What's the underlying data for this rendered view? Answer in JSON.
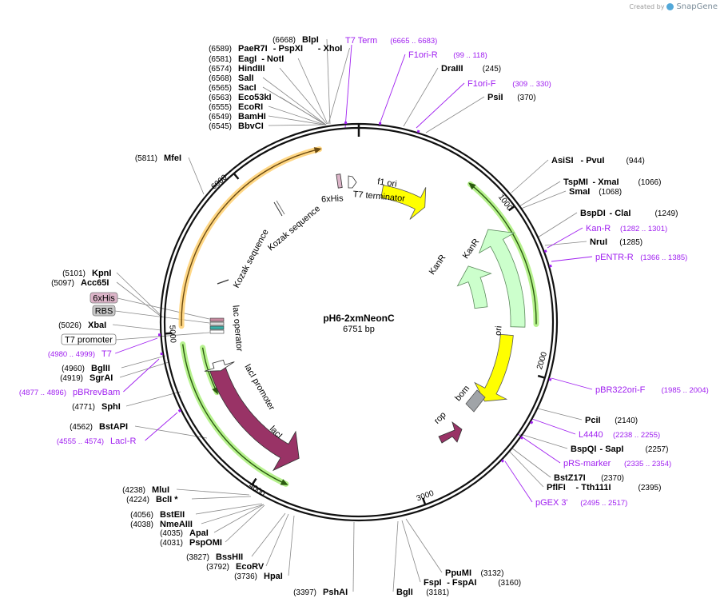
{
  "credit": {
    "prefix": "Created by",
    "brand": "SnapGene"
  },
  "plasmid": {
    "name": "pH6-2xmNeonC",
    "length": "6751 bp",
    "bp": 6751
  },
  "ticks": [
    "1000",
    "2000",
    "3000",
    "4000",
    "5000",
    "6000"
  ],
  "sites": [
    {
      "name": "BlpI",
      "pos": "(6668)"
    },
    {
      "name": "PaeR7I",
      "pos": "(6589)",
      "extra": [
        " - PspXI",
        " - XhoI"
      ]
    },
    {
      "name": "EagI",
      "pos": "(6581)",
      "extra": [
        " - NotI"
      ]
    },
    {
      "name": "HindIII",
      "pos": "(6574)"
    },
    {
      "name": "SalI",
      "pos": "(6568)"
    },
    {
      "name": "SacI",
      "pos": "(6565)"
    },
    {
      "name": "Eco53kI",
      "pos": "(6563)"
    },
    {
      "name": "EcoRI",
      "pos": "(6555)"
    },
    {
      "name": "BamHI",
      "pos": "(6549)"
    },
    {
      "name": "BbvCI",
      "pos": "(6545)"
    },
    {
      "name": "MfeI",
      "pos": "(5811)"
    },
    {
      "name": "DraIII",
      "pos": "(245)"
    },
    {
      "name": "PsiI",
      "pos": "(370)"
    },
    {
      "name": "AsiSI",
      "pos": "(944)",
      "extra": [
        " - PvuI"
      ]
    },
    {
      "name": "TspMI",
      "pos": "(1066)",
      "extra": [
        " - XmaI"
      ]
    },
    {
      "name": "SmaI",
      "pos": "(1068)"
    },
    {
      "name": "BspDI",
      "pos": "(1249)",
      "extra": [
        " - ClaI"
      ]
    },
    {
      "name": "NruI",
      "pos": "(1285)"
    },
    {
      "name": "PciI",
      "pos": "(2140)"
    },
    {
      "name": "BspQI",
      "pos": "(2257)",
      "extra": [
        " - SapI"
      ]
    },
    {
      "name": "BstZ17I",
      "pos": "(2370)"
    },
    {
      "name": "PflFI",
      "pos": "(2395)",
      "extra": [
        " - Tth111I"
      ]
    },
    {
      "name": "PpuMI",
      "pos": "(3132)"
    },
    {
      "name": "FspI",
      "pos": "(3160)",
      "extra": [
        " - FspAI"
      ]
    },
    {
      "name": "BglI",
      "pos": "(3181)"
    },
    {
      "name": "PshAI",
      "pos": "(3397)"
    },
    {
      "name": "HpaI",
      "pos": "(3736)"
    },
    {
      "name": "EcoRV",
      "pos": "(3792)"
    },
    {
      "name": "BssHII",
      "pos": "(3827)"
    },
    {
      "name": "PspOMI",
      "pos": "(4031)"
    },
    {
      "name": "ApaI",
      "pos": "(4035)"
    },
    {
      "name": "NmeAIII",
      "pos": "(4038)"
    },
    {
      "name": "BstEII",
      "pos": "(4056)"
    },
    {
      "name": "BclI *",
      "pos": "(4224)"
    },
    {
      "name": "MluI",
      "pos": "(4238)"
    },
    {
      "name": "BstAPI",
      "pos": "(4562)"
    },
    {
      "name": "SphI",
      "pos": "(4771)"
    },
    {
      "name": "SgrAI",
      "pos": "(4919)"
    },
    {
      "name": "BglII",
      "pos": "(4960)"
    },
    {
      "name": "XbaI",
      "pos": "(5026)"
    },
    {
      "name": "Acc65I",
      "pos": "(5097)"
    },
    {
      "name": "KpnI",
      "pos": "(5101)"
    }
  ],
  "primers": [
    {
      "name": "T7 Term",
      "range": "(6665 .. 6683)"
    },
    {
      "name": "F1ori-R",
      "range": "(99 .. 118)"
    },
    {
      "name": "F1ori-F",
      "range": "(309 .. 330)"
    },
    {
      "name": "Kan-R",
      "range": "(1282 .. 1301)"
    },
    {
      "name": "pENTR-R",
      "range": "(1366 .. 1385)"
    },
    {
      "name": "pBR322ori-F",
      "range": "(1985 .. 2004)"
    },
    {
      "name": "L4440",
      "range": "(2238 .. 2255)"
    },
    {
      "name": "pRS-marker",
      "range": "(2335 .. 2354)"
    },
    {
      "name": "pGEX 3'",
      "range": "(2495 .. 2517)"
    },
    {
      "name": "LacI-R",
      "range": "(4555 .. 4574)"
    },
    {
      "name": "pBRrevBam",
      "range": "(4877 .. 4896)"
    },
    {
      "name": "T7",
      "range": "(4980 .. 4999)"
    }
  ],
  "boxed_features": [
    "6xHis",
    "RBS",
    "T7 promoter"
  ],
  "features": {
    "f1ori": "f1 ori",
    "t7term": "T7 terminator",
    "hisTop": "6xHis",
    "kanR1": "KanR",
    "kanR2": "KanR",
    "ori": "ori",
    "bom": "bom",
    "rop": "rop",
    "lacI": "lacI",
    "lacIpro": "lacI promoter",
    "lacop": "lac operator",
    "kozak1": "Kozak sequence",
    "kozak2": "Kozak sequence"
  },
  "colors": {
    "f1ori": "#ffff00",
    "kanR": "#ccffcc",
    "ori": "#ffff00",
    "bom": "#a0a4a8",
    "rop": "#993366",
    "lacI": "#993366",
    "primer": "#a020f0",
    "orf_orange": "#ffd070",
    "orf_green": "#aaf07a",
    "his_box": "#dcb4c8",
    "rbs_box": "#c8c8c8"
  }
}
